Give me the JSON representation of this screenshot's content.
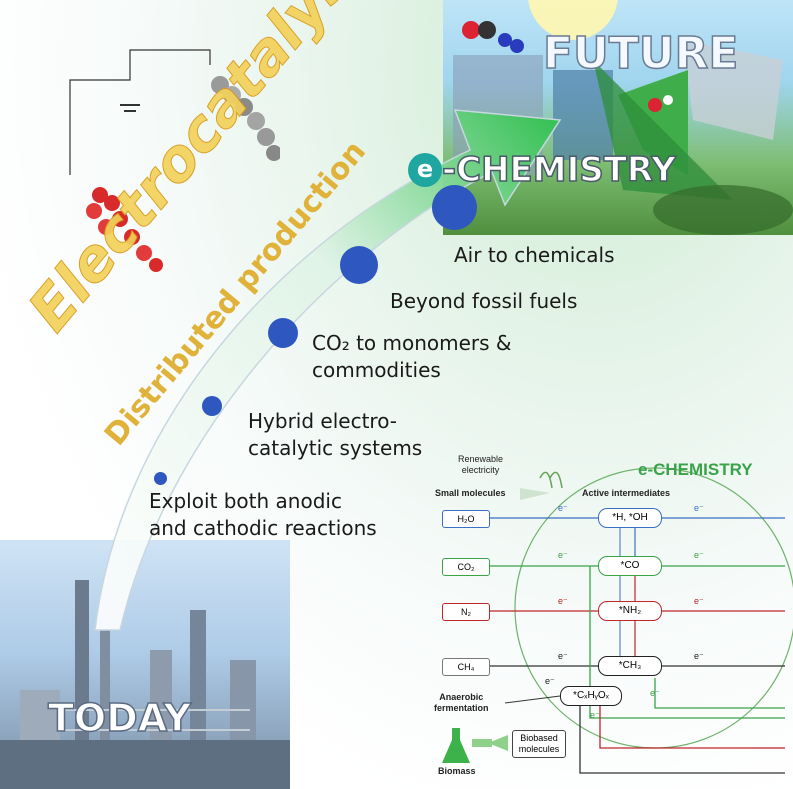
{
  "title": "Electrocatalysis",
  "subtitle": "Distributed production",
  "panels": {
    "future": "FUTURE",
    "today": "TODAY",
    "echem_banner": "-CHEMISTRY",
    "echem_banner_prefix": "e"
  },
  "milestones": [
    {
      "text": "Exploit both anodic\nand cathodic reactions"
    },
    {
      "text": "Hybrid electro-\ncatalytic systems"
    },
    {
      "text": "CO₂ to monomers &\ncommodities"
    },
    {
      "text": "Beyond fossil fuels"
    },
    {
      "text": "Air to chemicals"
    }
  ],
  "scheme": {
    "title": "e-CHEMISTRY",
    "renewable": "Renewable\nelectricity",
    "small_molecules": "Small molecules",
    "active_intermediates": "Active intermediates",
    "inputs": [
      "H₂O",
      "CO₂",
      "N₂",
      "CH₄"
    ],
    "intermediates": [
      "*H, *OH",
      "*CO",
      "*NH₂",
      "*CH₃",
      "*CₓHᵧOₓ"
    ],
    "electron": "e⁻",
    "anaerobic": "Anaerobic\nfermentation",
    "biomass": "Biomass",
    "biobased": "Biobased\nmolecules",
    "colors": {
      "h2o": "#3a6fc4",
      "co2": "#3aa34a",
      "n2": "#c0262a",
      "ch4": "#555555",
      "echem": "#3aa34a"
    }
  }
}
